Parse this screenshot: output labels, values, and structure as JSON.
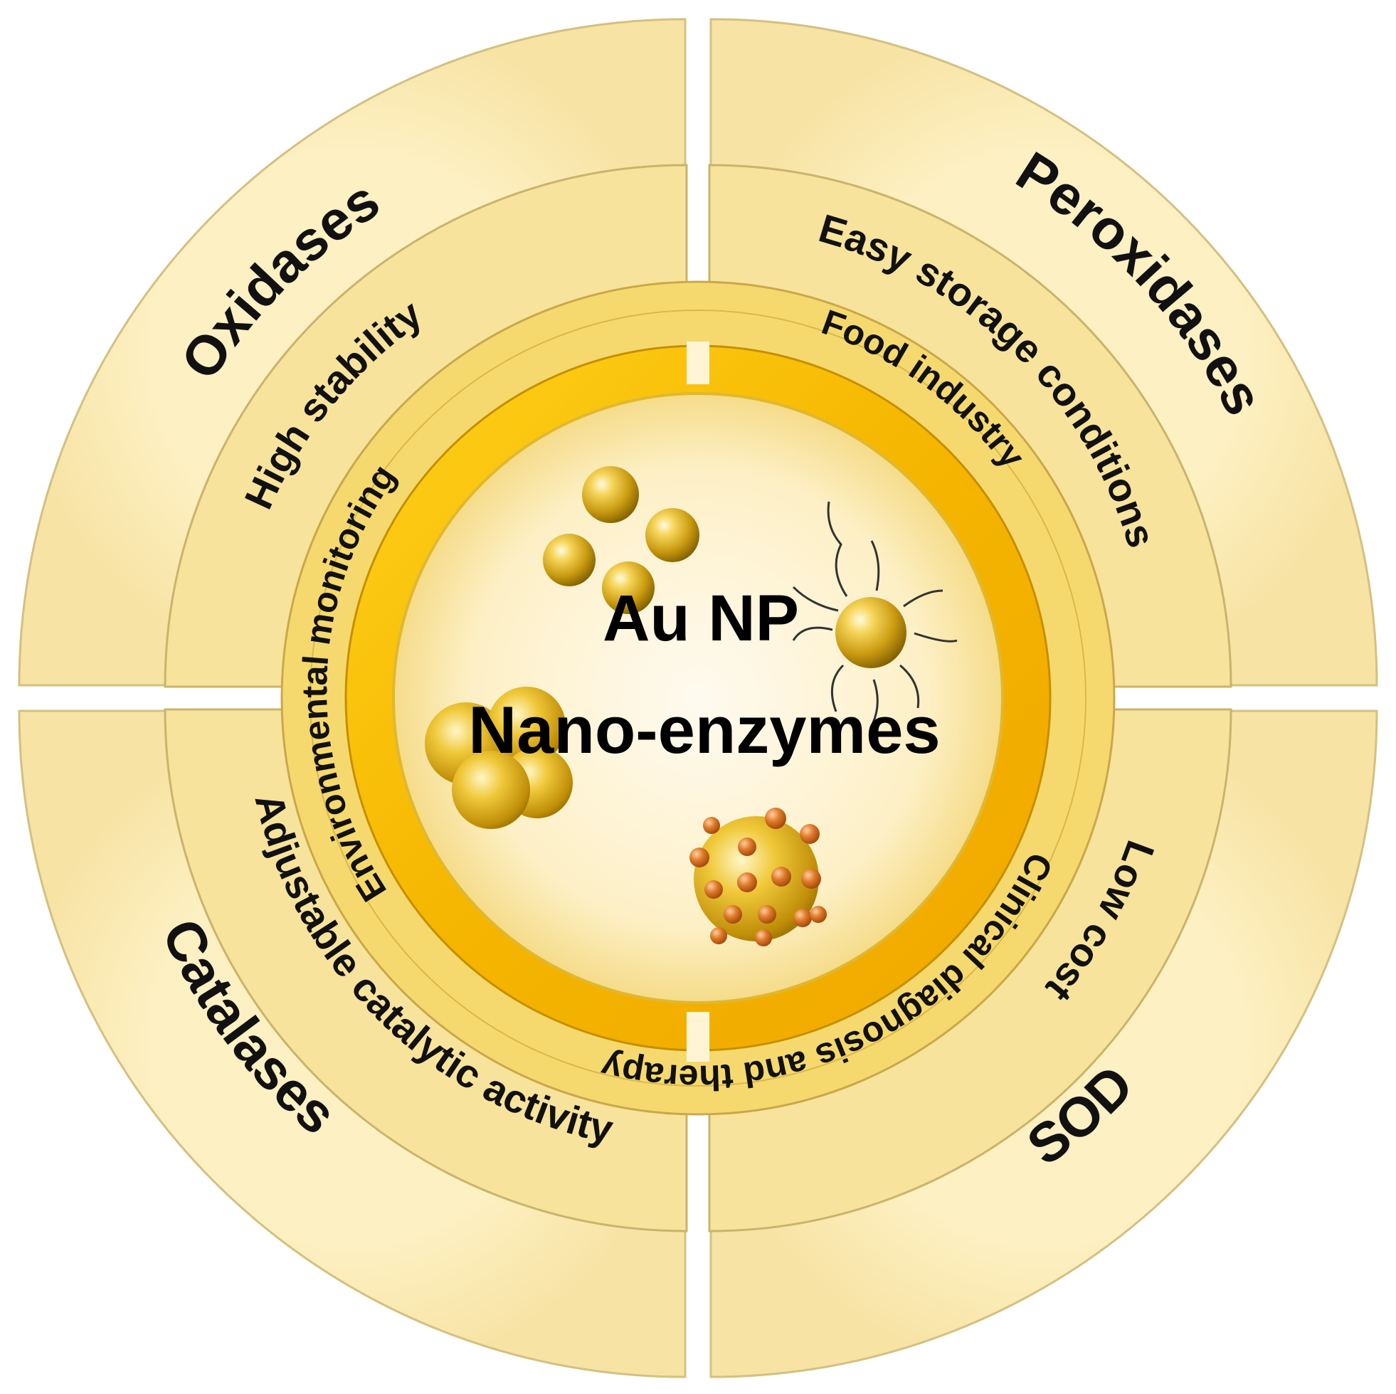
{
  "center": {
    "line1": "Au NP",
    "line2": "Nano-enzymes"
  },
  "outer_ring": {
    "top_left": "Oxidases",
    "top_right": "Peroxidases",
    "bottom_left": "Catalases",
    "bottom_right": "SOD"
  },
  "middle_ring": {
    "top_left": "High stability",
    "top_right": "Easy storage conditions",
    "bottom_left": "Adjustable catalytic activity",
    "bottom_right": "Low cost"
  },
  "inner_ring": {
    "top": "Food industry",
    "left": "Environmental monitoring",
    "bottom": "Clinical diagnosis and therapy"
  },
  "colors": {
    "outer_fill": "#fdf1c4",
    "middle_fill": "#f9e39a",
    "inner_fill": "#f7d96a",
    "gold_ring": "#f5b800",
    "center_fill": "#fdf3d0",
    "edge": "#c9b46a"
  }
}
